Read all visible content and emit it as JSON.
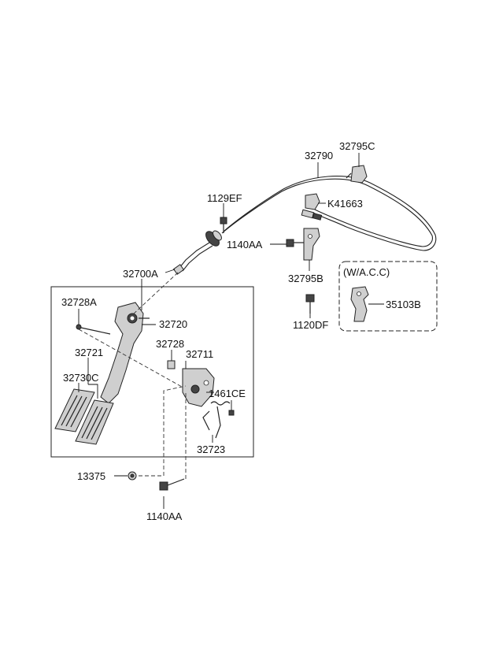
{
  "diagram": {
    "parts": {
      "p32790": "32790",
      "p32795C": "32795C",
      "p1129EF": "1129EF",
      "pK41663": "K41663",
      "p1140AA_top": "1140AA",
      "p32795B": "32795B",
      "p32700A": "32700A",
      "pWACC": "(W/A.C.C)",
      "p35103B": "35103B",
      "p1120DF": "1120DF",
      "p32728A": "32728A",
      "p32720": "32720",
      "p32728": "32728",
      "p32711": "32711",
      "p32721": "32721",
      "p32730C": "32730C",
      "p1461CE": "1461CE",
      "p32723": "32723",
      "p13375": "13375",
      "p1140AA_bottom": "1140AA"
    }
  }
}
